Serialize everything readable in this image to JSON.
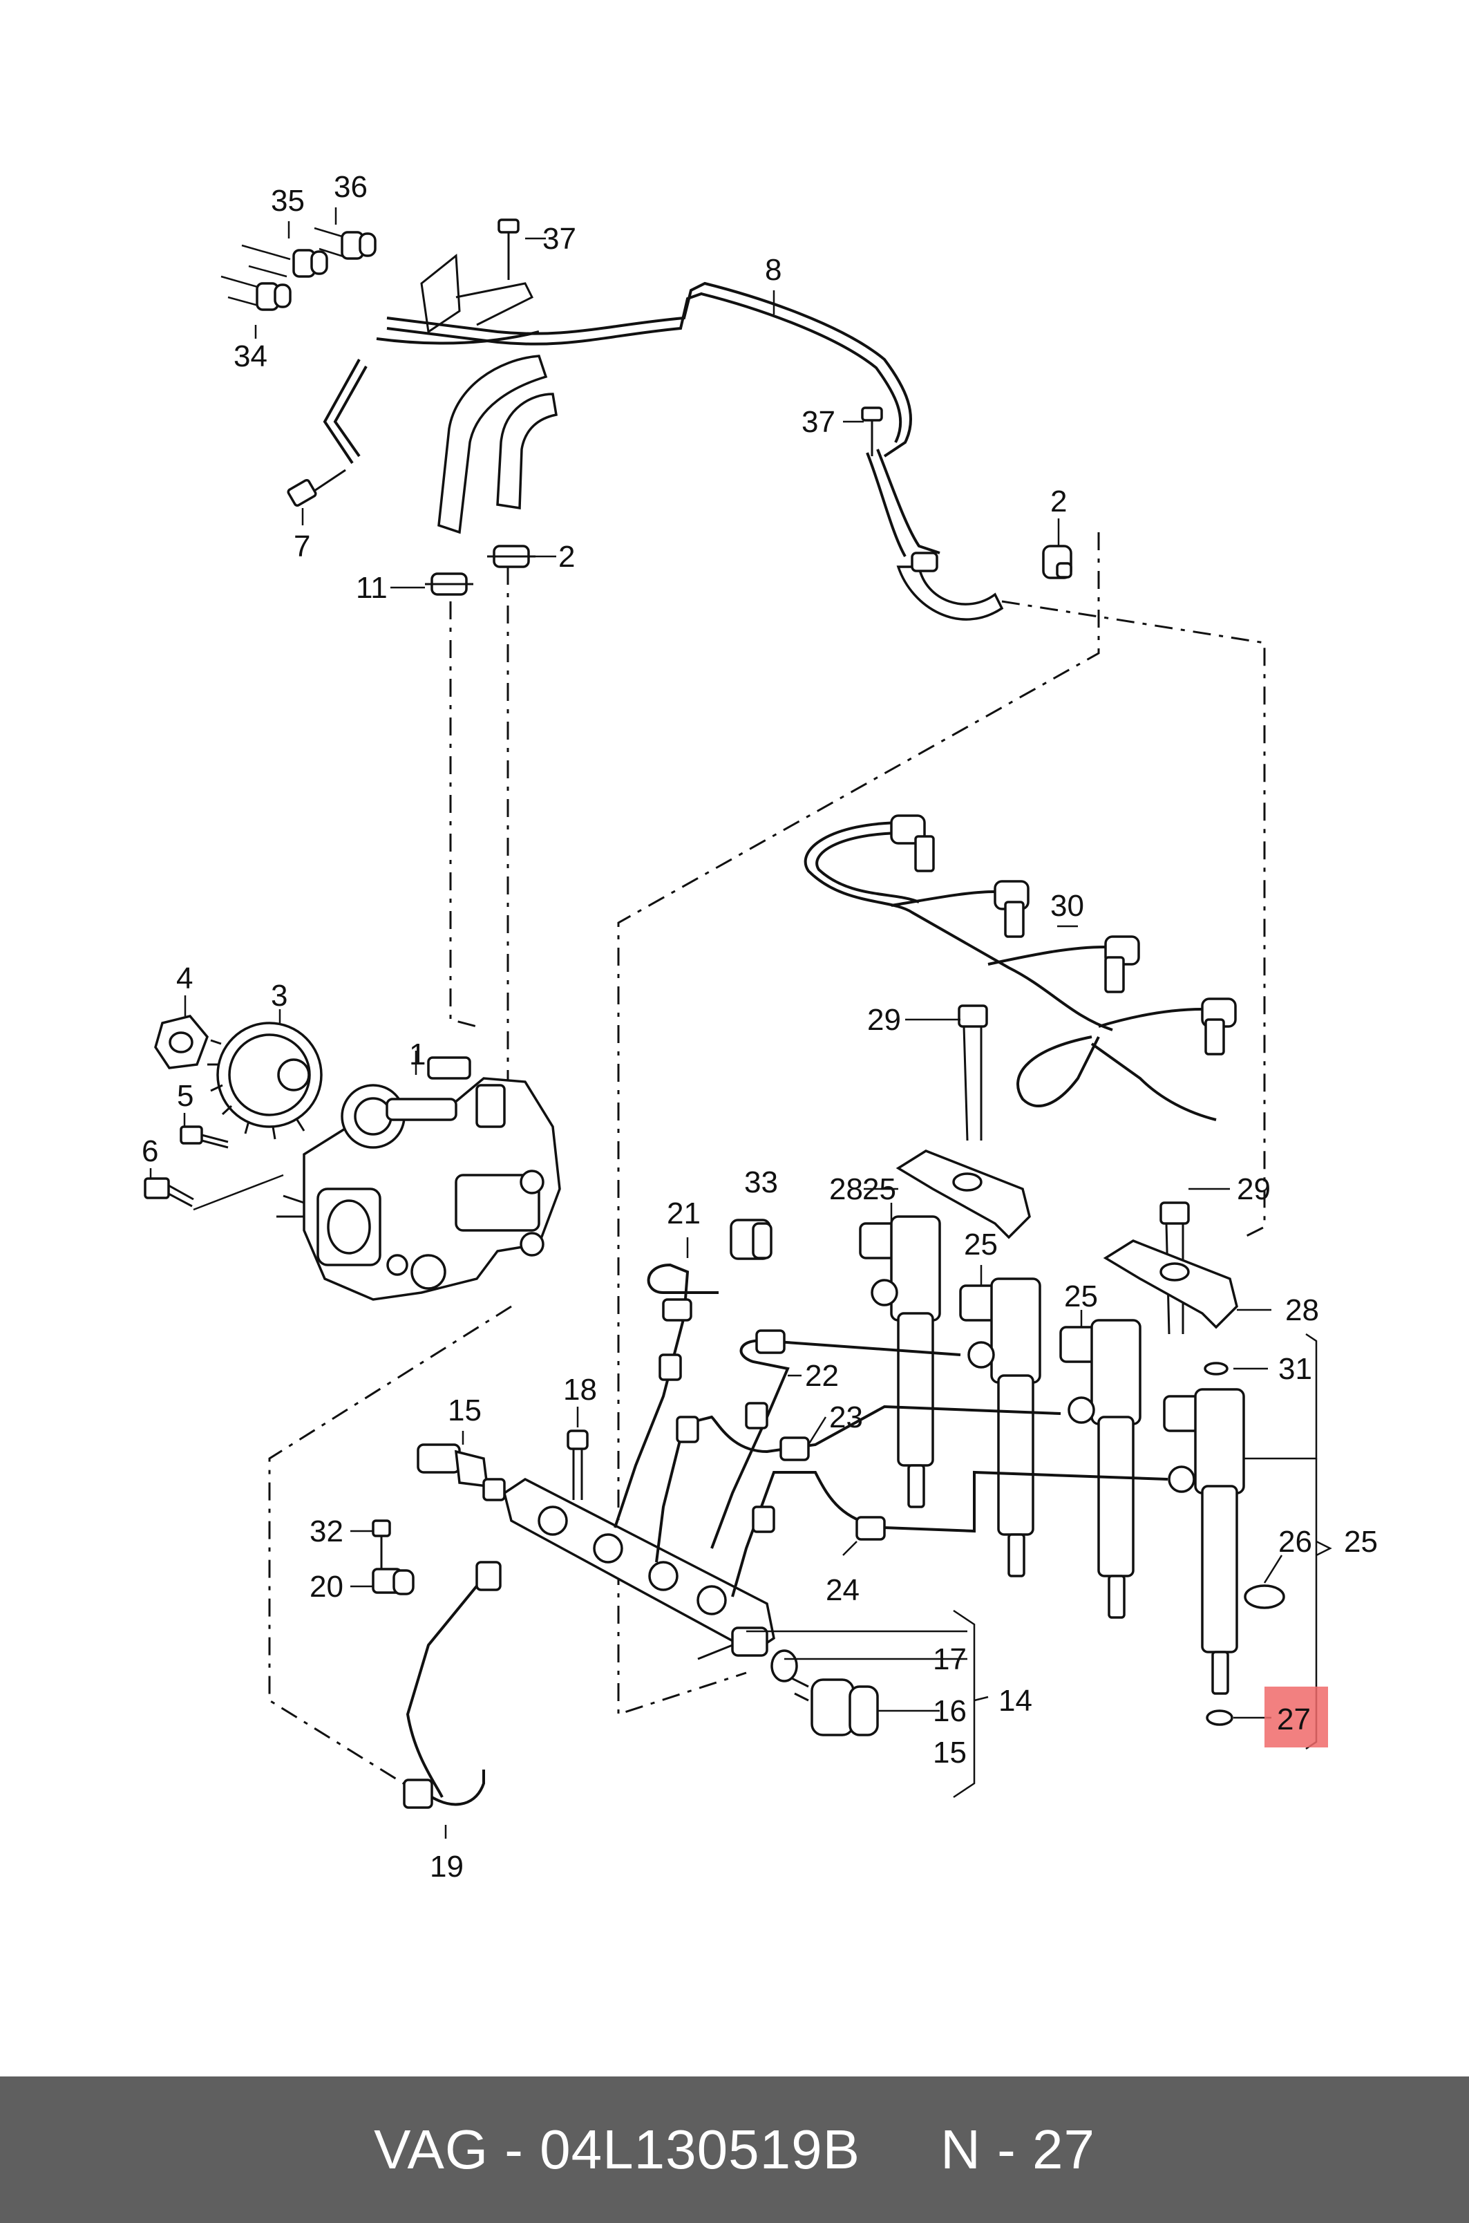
{
  "diagram": {
    "callouts": {
      "c1": "1",
      "c2a": "2",
      "c2b": "2",
      "c3": "3",
      "c4": "4",
      "c5": "5",
      "c6": "6",
      "c7": "7",
      "c8": "8",
      "c11": "11",
      "c14": "14",
      "c15a": "15",
      "c15b": "15",
      "c16": "16",
      "c17": "17",
      "c18": "18",
      "c19": "19",
      "c20": "20",
      "c21": "21",
      "c22": "22",
      "c23": "23",
      "c24": "24",
      "c25a": "25",
      "c25b": "25",
      "c25c": "25",
      "c25d": "25",
      "c26": "26",
      "c27": "27",
      "c28a": "28",
      "c28b": "28",
      "c29a": "29",
      "c29b": "29",
      "c30": "30",
      "c31": "31",
      "c32": "32",
      "c33": "33",
      "c34": "34",
      "c35": "35",
      "c36": "36",
      "c37a": "37",
      "c37b": "37"
    },
    "highlight_color": "#f06a6a"
  },
  "footer": {
    "text": "VAG - 04L130519B     N - 27",
    "background": "#5f5f5f"
  }
}
